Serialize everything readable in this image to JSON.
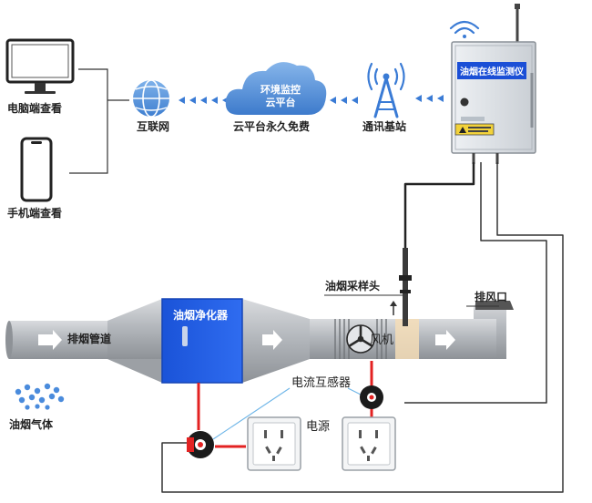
{
  "labels": {
    "pc_view": "电脑端查看",
    "phone_view": "手机端查看",
    "internet": "互联网",
    "cloud_line1": "环境监控",
    "cloud_line2": "云平台",
    "cloud_caption": "云平台永久免费",
    "base_station": "通讯基站",
    "monitor_title": "油烟在线监测仪",
    "probe": "油烟采样头",
    "exhaust_port": "排风口",
    "duct": "排烟管道",
    "purifier": "油烟净化器",
    "fan": "风机",
    "gas": "油烟气体",
    "ct_sensor": "电流互感器",
    "power": "电源"
  },
  "colors": {
    "accent_blue": "#1b4fd6",
    "cloud_blue": "#5a93d8",
    "power_red": "#e32222",
    "duct_gray": "#a9adb3"
  },
  "icons": [
    "monitor-icon",
    "phone-icon",
    "globe-icon",
    "cloud-icon",
    "antenna-tower-icon",
    "wifi-icon",
    "fan-icon",
    "current-transformer-icon",
    "power-outlet-icon",
    "smoke-particles-icon"
  ]
}
